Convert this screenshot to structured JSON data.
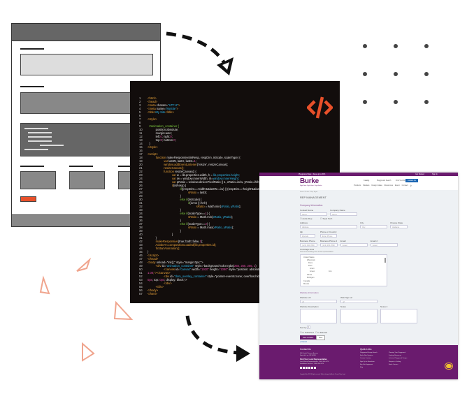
{
  "colors": {
    "accent": "#e8502a",
    "purple": "#6a1b6e",
    "code_bg": "#120d0c",
    "link_blue": "#1a66b3"
  },
  "code_icon": "code-brackets-icon",
  "code_lines": [
    [
      [
        "<html>",
        "o"
      ]
    ],
    [
      [
        "<head>",
        "o"
      ]
    ],
    [
      [
        "<meta ",
        "o"
      ],
      [
        "charset=",
        "w"
      ],
      [
        "\"UTF-8\"",
        "c"
      ],
      [
        ">",
        "o"
      ]
    ],
    [
      [
        "<meta ",
        "o"
      ],
      [
        "name=",
        "w"
      ],
      [
        "\"MySite\"",
        "c"
      ],
      [
        ">",
        "o"
      ]
    ],
    [
      [
        "<title>",
        "o"
      ],
      [
        "My Site",
        "c"
      ],
      [
        "</title>",
        "o"
      ]
    ],
    [
      [
        "",
        ""
      ]
    ],
    [
      [
        "<style>",
        "o"
      ]
    ],
    [
      [
        "",
        ""
      ]
    ],
    [
      [
        "  #animation_container {",
        "g"
      ]
    ],
    [
      [
        "          position:absolute;",
        "w"
      ]
    ],
    [
      [
        "          margin:auto;",
        "w"
      ]
    ],
    [
      [
        "          left:",
        "w"
      ],
      [
        "0",
        "m"
      ],
      [
        "; right:",
        "w"
      ],
      [
        "0",
        "m"
      ],
      [
        ";",
        "w"
      ]
    ],
    [
      [
        "          top:",
        "w"
      ],
      [
        "0",
        "m"
      ],
      [
        "; bottom:",
        "w"
      ],
      [
        "0",
        "m"
      ],
      [
        ";",
        "w"
      ]
    ],
    [
      [
        "  }",
        "w"
      ]
    ],
    [
      [
        "</style>",
        "o"
      ]
    ],
    [
      [
        "",
        ""
      ]
    ],
    [
      [
        "<script>",
        "o"
      ]
    ],
    [
      [
        "          function ",
        "o"
      ],
      [
        "makeResponsive(isResp, respDim, isScale, scaleType) {",
        "w"
      ]
    ],
    [
      [
        "                    var ",
        "o"
      ],
      [
        "lastW, lastH, lastS=",
        "w"
      ],
      [
        "1",
        "m"
      ],
      [
        ";",
        "w"
      ]
    ],
    [
      [
        "                    window.addEventListener",
        "o"
      ],
      [
        "('resize', resizeCanvas);",
        "w"
      ]
    ],
    [
      [
        "                    resizeCanvas();",
        "o"
      ]
    ],
    [
      [
        "                    function ",
        "o"
      ],
      [
        "resizeCanvas() {",
        "w"
      ]
    ],
    [
      [
        "                              var ",
        "o"
      ],
      [
        "w = lib.properties.width, h = ",
        "w"
      ],
      [
        "lib.properties.height;",
        "c"
      ]
    ],
    [
      [
        "                              var ",
        "o"
      ],
      [
        "iw = window.innerWidth, ih=",
        "w"
      ],
      [
        "window.innerHeight;",
        "c"
      ]
    ],
    [
      [
        "                              var ",
        "o"
      ],
      [
        "pRatio = window.devicePixelRatio || 1, xRatio=iw/w, yRatio=ih/h;",
        "w"
      ]
    ],
    [
      [
        "                              if",
        "o"
      ],
      [
        "(isResp) {",
        "w"
      ]
    ],
    [
      [
        "                                        if",
        "g"
      ],
      [
        "((respDim=='width'&&lastW==iw) || (respDim=='height'&&lastH==ih)) {",
        "w"
      ]
    ],
    [
      [
        "                                                  sRatio",
        "o"
      ],
      [
        " = lastS;",
        "w"
      ]
    ],
    [
      [
        "                                        }",
        "w"
      ]
    ],
    [
      [
        "                                        else if",
        "g"
      ],
      [
        "(!isScale) {",
        "w"
      ]
    ],
    [
      [
        "                                                  if",
        "g"
      ],
      [
        "(iw<w || ih<h)",
        "w"
      ]
    ],
    [
      [
        "                                                            sRatio",
        "o"
      ],
      [
        " = Math.min(",
        "w"
      ],
      [
        "xRatio, yRatio",
        "c"
      ],
      [
        ");",
        "w"
      ]
    ],
    [
      [
        "                                        }",
        "w"
      ]
    ],
    [
      [
        "                                        else if",
        "g"
      ],
      [
        "(scaleType==",
        "w"
      ],
      [
        "1",
        "m"
      ],
      [
        ") {",
        "w"
      ]
    ],
    [
      [
        "                                                  sRatio",
        "o"
      ],
      [
        " = Math.min(",
        "w"
      ],
      [
        "xRatio, yRatio",
        "c"
      ],
      [
        ");",
        "w"
      ]
    ],
    [
      [
        "                                        }",
        "w"
      ]
    ],
    [
      [
        "                                        else if",
        "g"
      ],
      [
        "(scaleType==",
        "w"
      ],
      [
        "2",
        "m"
      ],
      [
        ") {",
        "w"
      ]
    ],
    [
      [
        "                                                  sRatio",
        "o"
      ],
      [
        " = Math.max(",
        "w"
      ],
      [
        "xRatio, yRatio",
        "c"
      ],
      [
        ");",
        "w"
      ]
    ],
    [
      [
        "                                        }",
        "w"
      ]
    ],
    [
      [
        "                              }",
        "w"
      ]
    ],
    [
      [
        "          }",
        "w"
      ]
    ],
    [
      [
        "          makeResponsive",
        "o"
      ],
      [
        "(true,'both',false,",
        "w"
      ],
      [
        "1",
        "m"
      ],
      [
        ");",
        "w"
      ]
    ],
    [
      [
        "          AdobeAn.compositionLoaded(lib.properties.id);",
        "o"
      ]
    ],
    [
      [
        "          fnStartAnimation();",
        "o"
      ]
    ],
    [
      [
        "}",
        "w"
      ]
    ],
    [
      [
        "</script>",
        "o"
      ]
    ],
    [
      [
        "</head>",
        "o"
      ]
    ],
    [
      [
        "<body ",
        "o"
      ],
      [
        "onload=\"init();\" style=\"margin:0px;\">",
        "w"
      ]
    ],
    [
      [
        "          <div ",
        "o"
      ],
      [
        "id=",
        "w"
      ],
      [
        "\"animation_container\"",
        "c"
      ],
      [
        " style=\"background-color:rgba(",
        "w"
      ],
      [
        "255, 255, 255, 1",
        "m"
      ],
      [
        ")",
        "w"
      ]
    ],
    [
      [
        "                    <canvas ",
        "o"
      ],
      [
        "id=",
        "w"
      ],
      [
        "\"canvas\"",
        "c"
      ],
      [
        " width=",
        "w"
      ],
      [
        "\"1920\"",
        "m"
      ],
      [
        " height=",
        "w"
      ],
      [
        "\"1080\"",
        "m"
      ],
      [
        " style=\"position: absolute;",
        "w"
      ]
    ],
    [
      [
        "1.00",
        "m"
      ],
      [
        ";\"></canvas>",
        "o"
      ]
    ],
    [
      [
        "                    <div ",
        "o"
      ],
      [
        "id=",
        "w"
      ],
      [
        "\"dom_overlay_container\"",
        "c"
      ],
      [
        " style=\"pointer-events:none; overflow:hidden;",
        "w"
      ]
    ],
    [
      [
        "0px",
        "m"
      ],
      [
        "; top: ",
        "w"
      ],
      [
        "0px",
        "m"
      ],
      [
        "; display: block;\">",
        "w"
      ]
    ],
    [
      [
        "                    </div>",
        "o"
      ]
    ],
    [
      [
        "          </div>",
        "o"
      ]
    ],
    [
      [
        "</body>",
        "o"
      ]
    ],
    [
      [
        "</html>",
        "o"
      ]
    ]
  ],
  "site": {
    "top_bar": {
      "promo": "Playground Sale - Save up to 20%",
      "links": [
        "Get Started",
        "Sign In"
      ]
    },
    "logo": "Burke",
    "logo_tagline": "Right Now. Right Here. Right Burke.",
    "util": {
      "catalog": "Catalog",
      "search": "Playground Search",
      "rep": "Find Your Rep",
      "contact": "Contact Us"
    },
    "nav": [
      "Products",
      "Markets",
      "Design Ideas",
      "Resources",
      "Event",
      "Contact"
    ],
    "breadcrumb": "Home  /  Burke  /  Rep Mgmt",
    "title": "REP MANAGEMENT",
    "section1": "Company Information",
    "fields": {
      "contact_name": "Contact Name",
      "company_name": "Company Name",
      "audio_rep": "Audio Rep",
      "style_tech": "Style Tech",
      "address": "Address",
      "city": "City",
      "state": "Choose State",
      "zip": "Zip",
      "phone_country": "Phone or Country",
      "bphone": "Business Phone",
      "bphone2": "Business Phone 2",
      "email": "Email",
      "email2": "Email 2",
      "coverage": "Coverage Area",
      "coverage_hint": "This is the working area of the representative."
    },
    "placeholders": {
      "name": "Name",
      "address": "Address",
      "city": "City",
      "state": "Alabama",
      "zip": "Zipcode",
      "phone": "Enter Phone",
      "bphone": "(123) 456-7890",
      "email": "Email",
      "url": "url"
    },
    "tree": [
      "United States",
      "Wisconsin",
      "Dane",
      "Door",
      "Grant",
      "Green",
      "Iron",
      "Illinois",
      "Michigan",
      "Canada",
      "Mexico"
    ],
    "section2": "Website Information",
    "web": {
      "url": "Website Url",
      "sign_url": "Web Sign url",
      "desc": "Website Description",
      "notes": "Notes",
      "notes2": "Notes 2",
      "sort": "Sort by",
      "sort_val": "1",
      "published": "Is Published",
      "deleted": "Is Deleted",
      "save": "Save Location",
      "back": "Back",
      "cancel": "Cancel"
    },
    "footer": {
      "contact_title": "Contact Us",
      "address": "660 South Pioneer Avenue",
      "phone": "Fond du Lac, WI 54936",
      "find_title": "Find Your Local Representative",
      "find_1": "Local Burke Representative: 1.800.356.2070",
      "find_2": "Installation Services: 1.800.356.2070",
      "links_title": "Quick Links",
      "links_a": [
        "Playground Design Search",
        "Burke Rep Systems",
        "Custom Creation",
        "Sign Up for Newsletter",
        "Buy Site Equipment",
        "Blog"
      ],
      "links_b": [
        "Planning Your Playground",
        "Funding Resources",
        "Inclusive Playground Design",
        "Request a Catalog",
        "Burke Careers"
      ],
      "copyright": "Copyright Burke 2023. All rights reserved. Website designed by Burke. Privacy Policy. Legal."
    }
  }
}
